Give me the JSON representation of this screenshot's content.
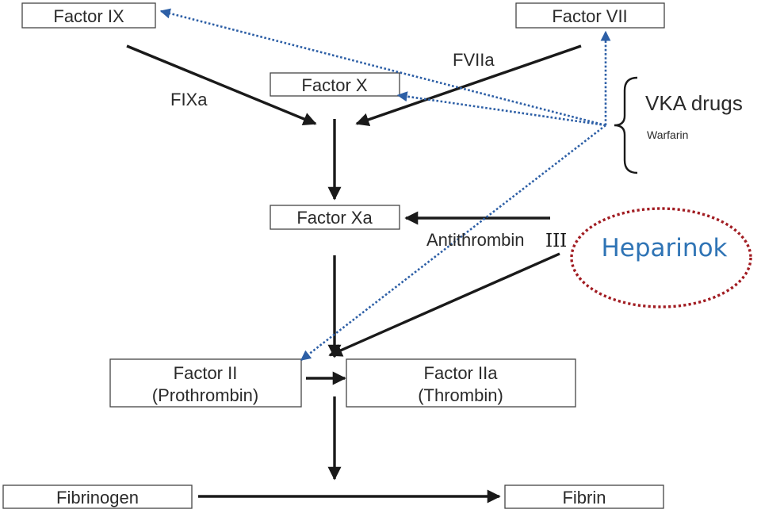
{
  "nodes": {
    "factor_ix": "Factor IX",
    "factor_vii": "Factor VII",
    "factor_x": "Factor X",
    "factor_xa": "Factor Xa",
    "factor_ii_line1": "Factor II",
    "factor_ii_line2": "(Prothrombin)",
    "factor_iia_line1": "Factor IIa",
    "factor_iia_line2": "(Thrombin)",
    "fibrinogen": "Fibrinogen",
    "fibrin": "Fibrin"
  },
  "labels": {
    "fixa": "FIXa",
    "fviia": "FVIIa",
    "antithrombin": "Antithrombin",
    "antithrombin_suffix": "III",
    "vka_drugs": "VKA drugs",
    "warfarin": "Warfarin",
    "heparinok": "Heparinok"
  },
  "colors": {
    "dotted_arrow": "#2d5fa6",
    "heparinok_text": "#2f74b5",
    "heparinok_ring": "#a11c22"
  }
}
